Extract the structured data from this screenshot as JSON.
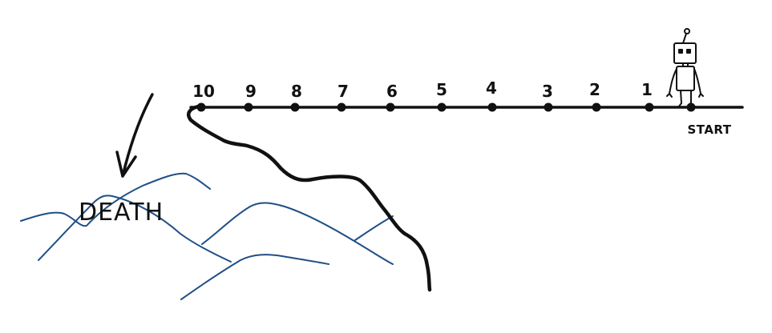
{
  "colors": {
    "ink": "#111111",
    "mountains": "#1f4f86"
  },
  "labels": {
    "numbers": [
      "10",
      "9",
      "8",
      "7",
      "6",
      "5",
      "4",
      "3",
      "2",
      "1"
    ],
    "start": "START",
    "death": "DEATH"
  },
  "icons": {
    "character": "robot-icon",
    "arrow": "arrow-down-left-icon"
  }
}
